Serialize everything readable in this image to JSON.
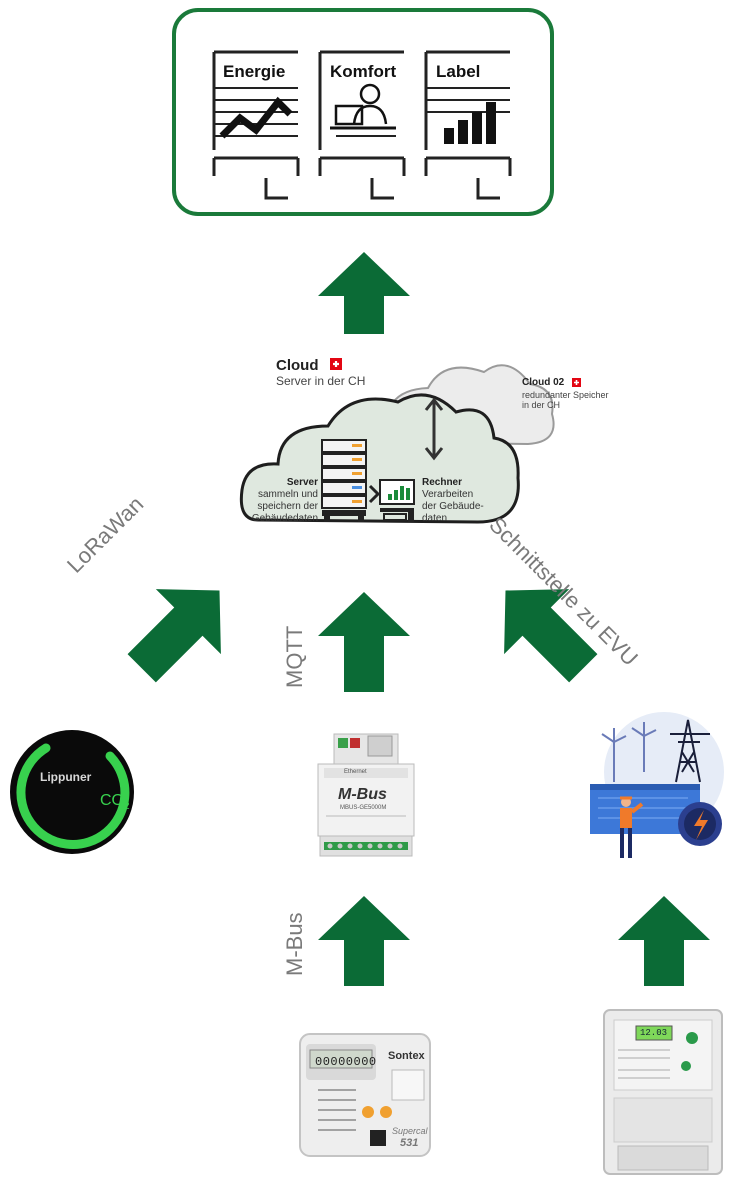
{
  "dashboard": {
    "panels": [
      {
        "title": "Energie",
        "icon": "energy-chart-icon"
      },
      {
        "title": "Komfort",
        "icon": "comfort-person-icon"
      },
      {
        "title": "Label",
        "icon": "label-bar-chart-icon"
      }
    ]
  },
  "cloud": {
    "main_title": "Cloud",
    "main_subtitle": "Server in der CH",
    "backup_title": "Cloud 02",
    "backup_subtitle_1": "redundanter Speicher",
    "backup_subtitle_2": "in der CH",
    "server_title": "Server",
    "server_text_1": "sammeln und",
    "server_text_2": "speichern der",
    "server_text_3": "Gebäudedaten",
    "compute_title": "Rechner",
    "compute_text_1": "Verarbeiten",
    "compute_text_2": "der Gebäude-",
    "compute_text_3": "daten"
  },
  "connections": {
    "lorawan": "LoRaWan",
    "mqtt": "MQTT",
    "evu": "Schnittstelle zu EVU",
    "mbus": "M-Bus"
  },
  "devices": {
    "co2_brand": "Lippuner",
    "co2_label": "CO",
    "co2_sub": "2",
    "gateway_brand": "M-Bus",
    "gateway_model": "MBUS-GE5000M",
    "gateway_ethernet": "Ethernet",
    "heat_meter_display": "00000000",
    "heat_meter_brand": "Sontex",
    "heat_meter_model_1": "Supercal",
    "heat_meter_model_2": "531",
    "elec_meter_display": "12.03"
  },
  "colors": {
    "arrow": "#0b6b36",
    "frame": "#1a7a3a",
    "label_gray": "#7a7a7a",
    "swiss_red": "#e30613",
    "cloud_fill": "#dfe8df",
    "co2_green": "#38d14e"
  }
}
